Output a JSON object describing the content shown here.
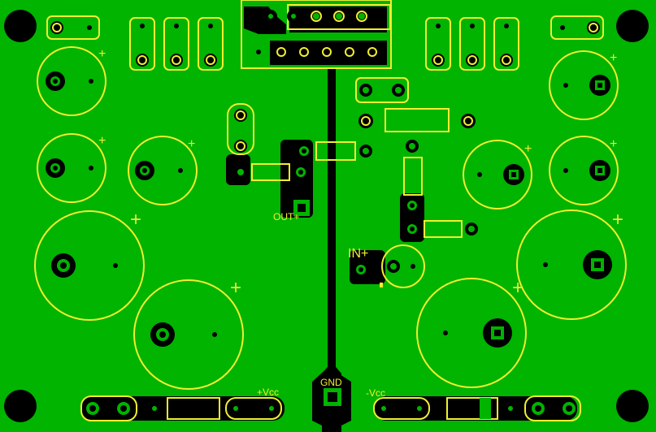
{
  "board": {
    "background_color": "#000000",
    "copper_color": "#00b400",
    "silkscreen_color": "#f0ef30",
    "pad_color": "#000000"
  },
  "labels": {
    "out_plus": "OUT+",
    "in_plus": "IN+",
    "gnd": "GND",
    "vcc_pos": "+Vcc",
    "vcc_neg": "-Vcc",
    "plus_sign": "+"
  }
}
